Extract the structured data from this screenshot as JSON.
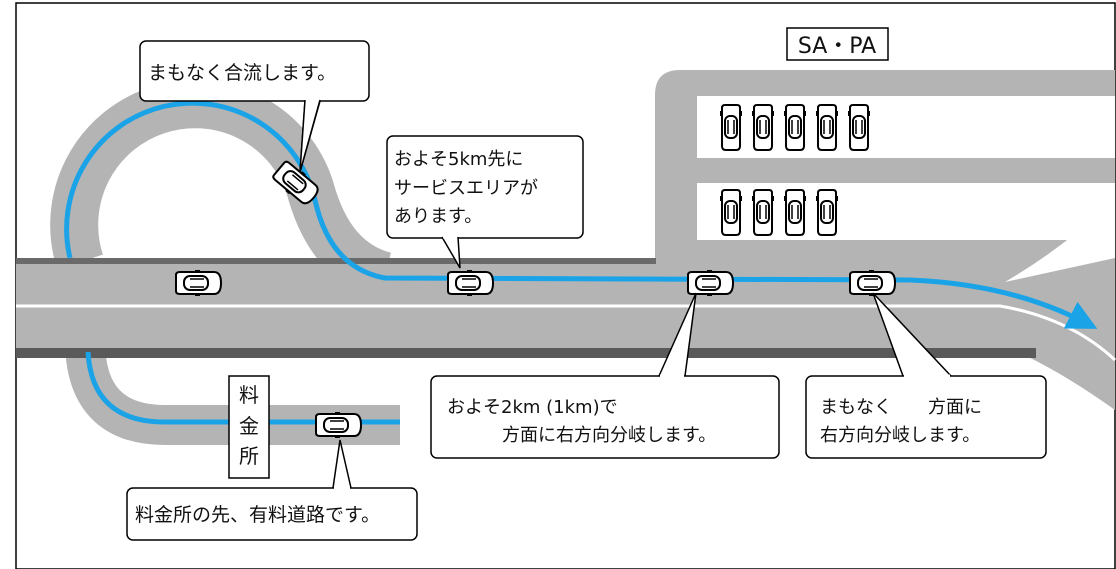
{
  "labels": {
    "sapa": "SA・PA",
    "tollgate_chars": [
      "料",
      "金",
      "所"
    ]
  },
  "callouts": {
    "merge": [
      "まもなく合流します。"
    ],
    "service_area": [
      "およそ5km先に",
      "サービスエリアが",
      "あります。"
    ],
    "branch_2km": [
      "およそ2km (1km)で",
      "方面に右方向分岐します。"
    ],
    "branch_soon": [
      "まもなく　　方面に",
      "右方向分岐します。"
    ],
    "tollgate": [
      "料金所の先、有料道路です。"
    ]
  },
  "colors": {
    "road": "#b4b4b4",
    "road_edge": "#4a4a4a",
    "route": "#1ba3e8",
    "lane_line": "#ffffff",
    "frame": "#000000"
  },
  "parking": {
    "top_row_cars": 5,
    "bottom_row_cars": 4
  }
}
